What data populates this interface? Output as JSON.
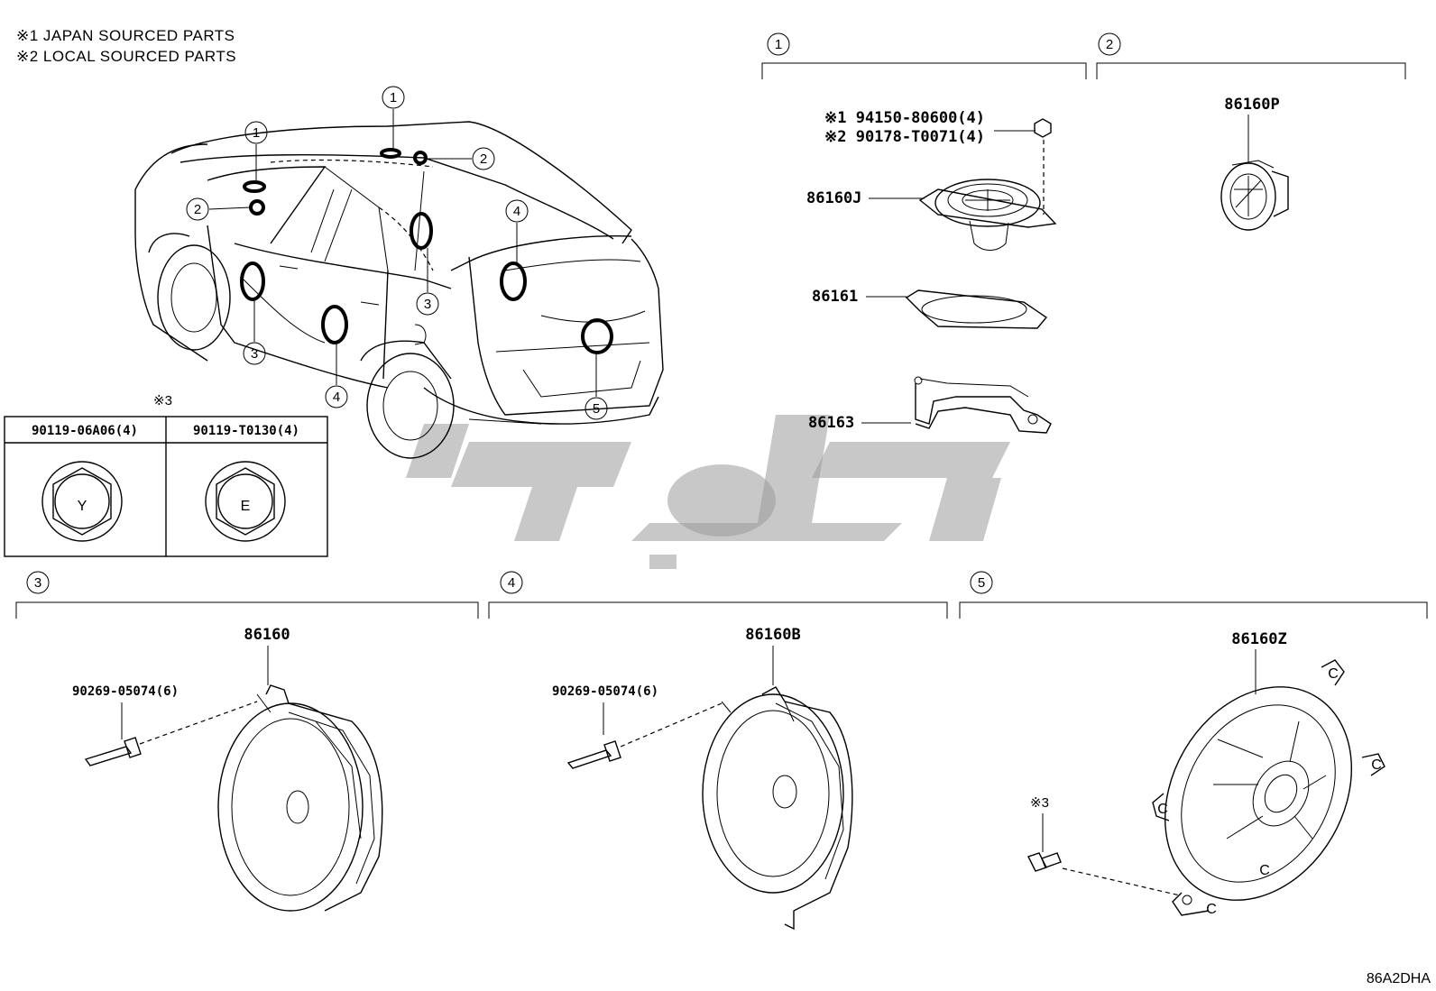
{
  "notes": [
    "※1 JAPAN SOURCED PARTS",
    "※2 LOCAL SOURCED PARTS"
  ],
  "group_callouts": [
    "1",
    "2",
    "3",
    "4",
    "5"
  ],
  "group1": {
    "fastener_japan": "※1  94150-80600(4)",
    "fastener_local": "※2  90178-T0071(4)",
    "speaker": "86160J",
    "gasket": "86161",
    "bracket": "86163"
  },
  "group2": {
    "speaker": "86160P"
  },
  "group3": {
    "speaker": "86160",
    "rivet": "90269-05074(6)"
  },
  "group4": {
    "speaker": "86160B",
    "rivet": "90269-05074(6)"
  },
  "group5": {
    "speaker": "86160Z",
    "screw_note": "※3"
  },
  "nut_table": {
    "note": "※3",
    "col1_part": "90119-06A06(4)",
    "col1_mark": "Y",
    "col2_part": "90119-T0130(4)",
    "col2_mark": "E"
  },
  "vehicle_callouts": [
    "1",
    "1",
    "2",
    "2",
    "3",
    "3",
    "4",
    "4",
    "5"
  ],
  "bracket_marks": [
    "C",
    "C",
    "C",
    "C",
    "C"
  ],
  "diagram_ref": "86A2DHA"
}
